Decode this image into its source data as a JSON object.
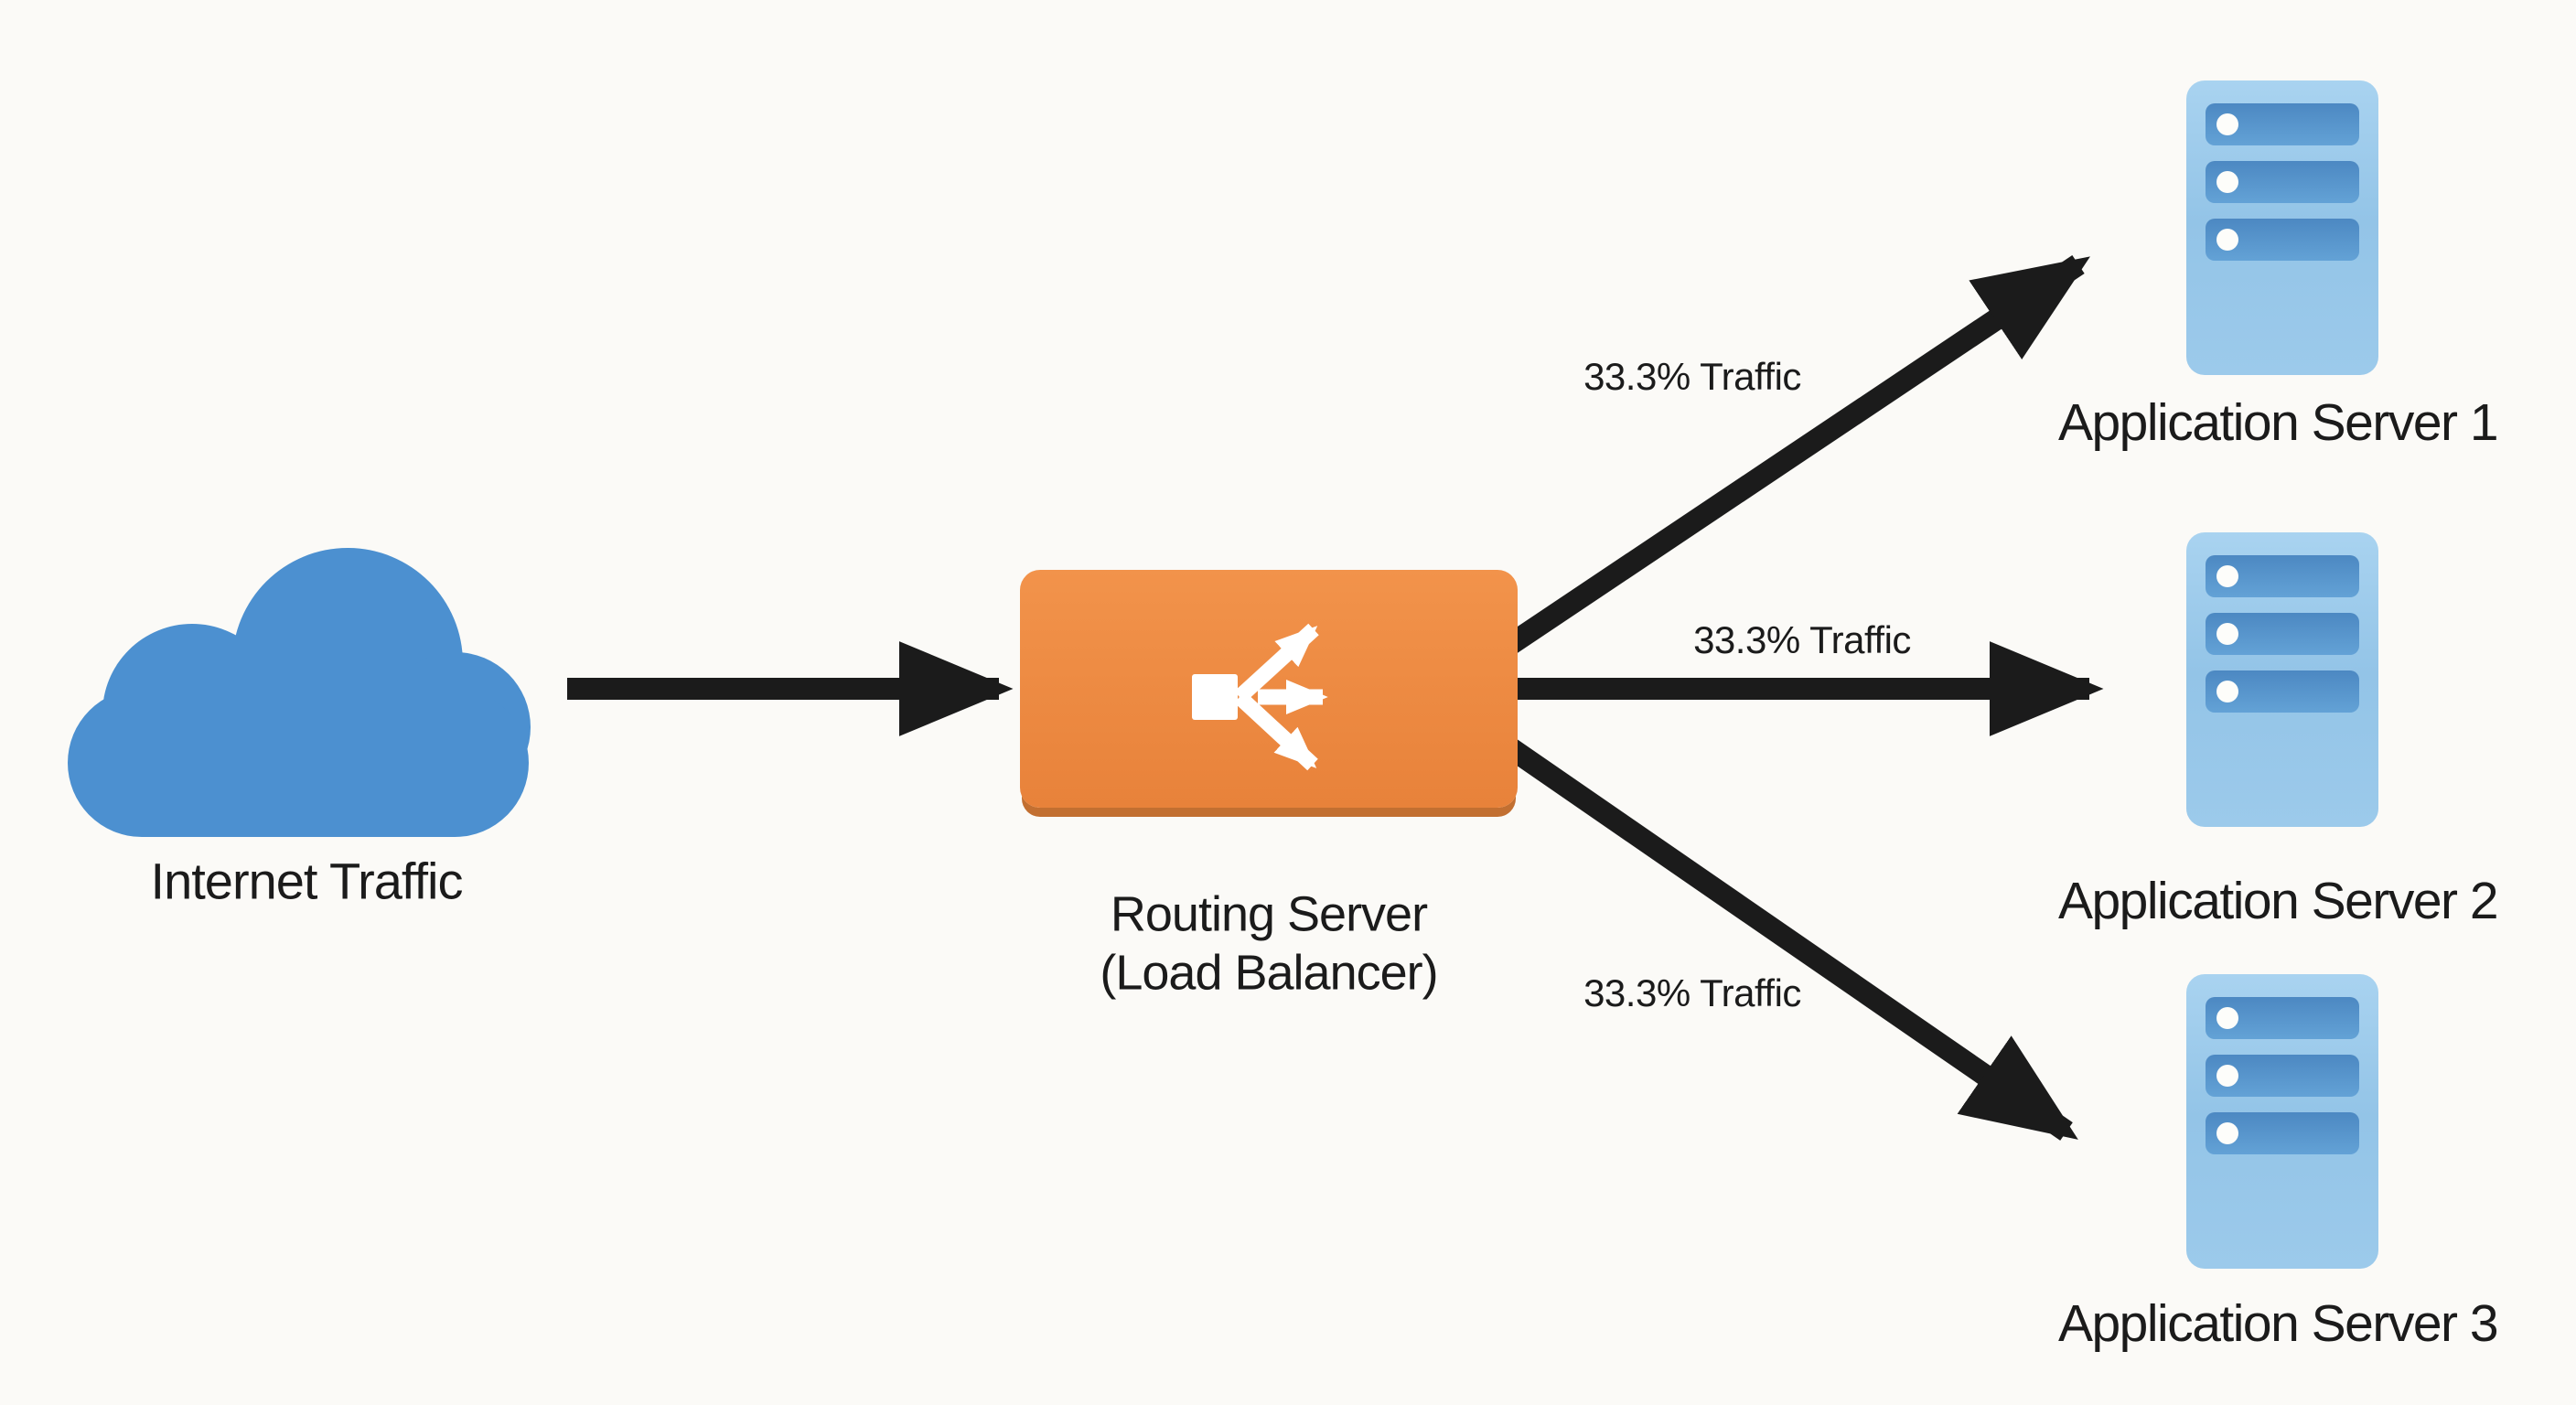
{
  "colors": {
    "background": "#fbfaf7",
    "ink": "#1b1b1b",
    "cloud": "#4c90d0",
    "router-top": "#f2934b",
    "router-bottom": "#e8823a",
    "router-shadow": "#c26f31",
    "server-top": "#a9d3f0",
    "server-mid": "#93c4e7",
    "server-bottom": "#9ccaeb",
    "slot-top": "#4c88c2",
    "slot-bottom": "#63a2d6",
    "dot": "#fdfdfa"
  },
  "nodes": {
    "internet": {
      "label": "Internet Traffic",
      "icon": "cloud-icon"
    },
    "router": {
      "label": "Routing Server",
      "sublabel": "(Load Balancer)",
      "icon": "branch-arrows-icon"
    },
    "servers": [
      {
        "label": "Application Server 1",
        "icon": "server-rack-icon"
      },
      {
        "label": "Application Server 2",
        "icon": "server-rack-icon"
      },
      {
        "label": "Application Server 3",
        "icon": "server-rack-icon"
      }
    ]
  },
  "edges": {
    "internet_to_router": {
      "label": ""
    },
    "router_to_server1": {
      "label": "33.3% Traffic"
    },
    "router_to_server2": {
      "label": "33.3% Traffic"
    },
    "router_to_server3": {
      "label": "33.3% Traffic"
    }
  }
}
